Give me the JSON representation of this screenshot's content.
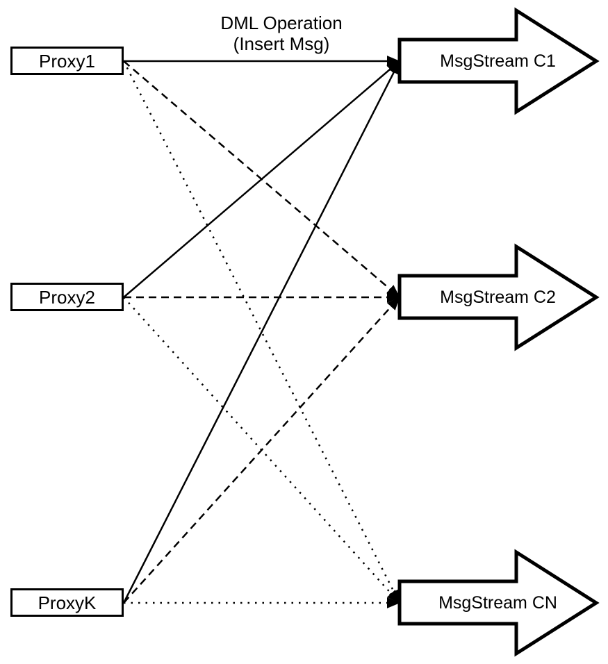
{
  "title": {
    "line1": "DML Operation",
    "line2": "(Insert Msg)"
  },
  "proxies": [
    {
      "id": "proxy1",
      "label": "Proxy1"
    },
    {
      "id": "proxy2",
      "label": "Proxy2"
    },
    {
      "id": "proxyK",
      "label": "ProxyK"
    }
  ],
  "streams": [
    {
      "id": "c1",
      "label": "MsgStream C1"
    },
    {
      "id": "c2",
      "label": "MsgStream C2"
    },
    {
      "id": "cn",
      "label": "MsgStream CN"
    }
  ],
  "connections": [
    {
      "from": "proxy1",
      "to": "c1",
      "style": "solid"
    },
    {
      "from": "proxy1",
      "to": "c2",
      "style": "dashed"
    },
    {
      "from": "proxy1",
      "to": "cn",
      "style": "dotted"
    },
    {
      "from": "proxy2",
      "to": "c1",
      "style": "solid"
    },
    {
      "from": "proxy2",
      "to": "c2",
      "style": "dashed"
    },
    {
      "from": "proxy2",
      "to": "cn",
      "style": "dotted"
    },
    {
      "from": "proxyK",
      "to": "c1",
      "style": "solid"
    },
    {
      "from": "proxyK",
      "to": "c2",
      "style": "dashed"
    },
    {
      "from": "proxyK",
      "to": "cn",
      "style": "dotted"
    }
  ],
  "colors": {
    "ink": "#000000",
    "background": "#ffffff"
  }
}
